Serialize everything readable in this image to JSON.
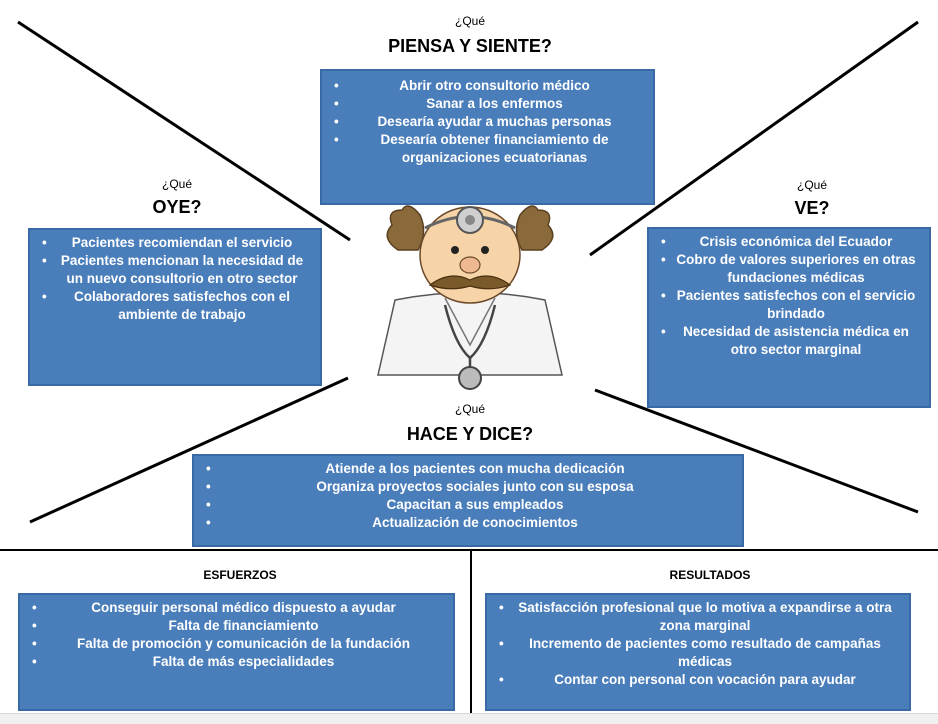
{
  "piensa": {
    "question": "¿Qué",
    "heading": "PIENSA Y SIENTE?",
    "items": [
      "Abrir otro consultorio médico",
      "Sanar a los enfermos",
      "Desearía ayudar a muchas personas",
      "Desearía obtener financiamiento de organizaciones ecuatorianas"
    ]
  },
  "oye": {
    "question": "¿Qué",
    "heading": "OYE?",
    "items": [
      "Pacientes recomiendan el servicio",
      "Pacientes mencionan la necesidad de un nuevo consultorio en otro sector",
      "Colaboradores satisfechos con el ambiente de trabajo"
    ]
  },
  "ve": {
    "question": "¿Qué",
    "heading": "VE?",
    "items": [
      "Crisis económica del Ecuador",
      "Cobro de valores superiores en otras fundaciones médicas",
      "Pacientes satisfechos con el servicio brindado",
      "Necesidad de asistencia médica en otro sector marginal"
    ]
  },
  "hace": {
    "question": "¿Qué",
    "heading": "HACE Y DICE?",
    "items": [
      "Atiende a los pacientes con mucha dedicación",
      "Organiza proyectos sociales junto con su esposa",
      "Capacitan a sus empleados",
      "Actualización de conocimientos"
    ]
  },
  "esfuerzos": {
    "heading": "ESFUERZOS",
    "items": [
      "Conseguir personal médico dispuesto a ayudar",
      "Falta de financiamiento",
      "Falta de promoción y comunicación de la fundación",
      "Falta de más especialidades"
    ]
  },
  "resultados": {
    "heading": "RESULTADOS",
    "items": [
      "Satisfacción profesional que lo motiva a expandirse a otra zona marginal",
      "Incremento de pacientes como resultado de campañas médicas",
      "Contar con personal con vocación para ayudar"
    ]
  },
  "colors": {
    "box": "#4a7ebb",
    "box_border": "#3a6aa6",
    "text": "#ffffff"
  },
  "doctor": {
    "icon": "doctor-cartoon"
  }
}
